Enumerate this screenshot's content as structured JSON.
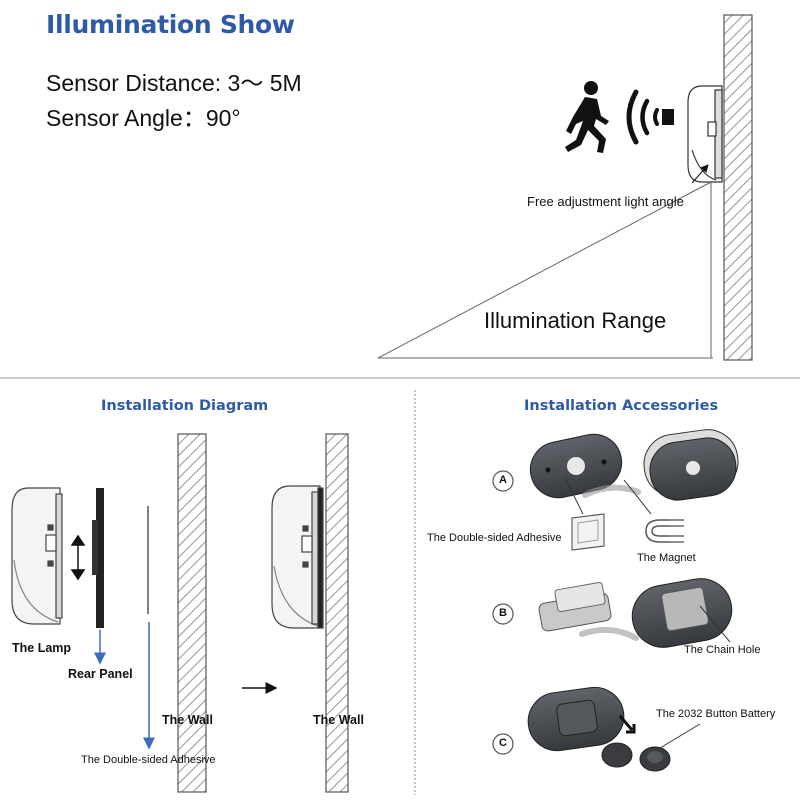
{
  "header": {
    "title": "Illumination Show",
    "sensor_distance": "Sensor Distance: 3～ 5M",
    "sensor_angle": "Sensor Angle：90°"
  },
  "illumination": {
    "adjust_label": "Free adjustment light angle",
    "range_label": "Illumination Range"
  },
  "installation": {
    "title": "Installation Diagram",
    "lamp_label": "The Lamp",
    "rear_panel_label": "Rear Panel",
    "wall_label_1": "The Wall",
    "wall_label_2": "The Wall",
    "adhesive_label": "The Double-sided Adhesive"
  },
  "accessories": {
    "title": "Installation Accessories",
    "step_a": "A",
    "step_b": "B",
    "step_c": "C",
    "adhesive_label": "The Double-sided Adhesive",
    "magnet_label": "The Magnet",
    "chain_hole_label": "The Chain Hole",
    "battery_label": "The 2032 Button Battery"
  },
  "colors": {
    "accent": "#2f5aa8",
    "arrow_blue": "#3a6cc4",
    "lamp_dark": "#4a4d52",
    "wall_hatch": "#777777"
  }
}
